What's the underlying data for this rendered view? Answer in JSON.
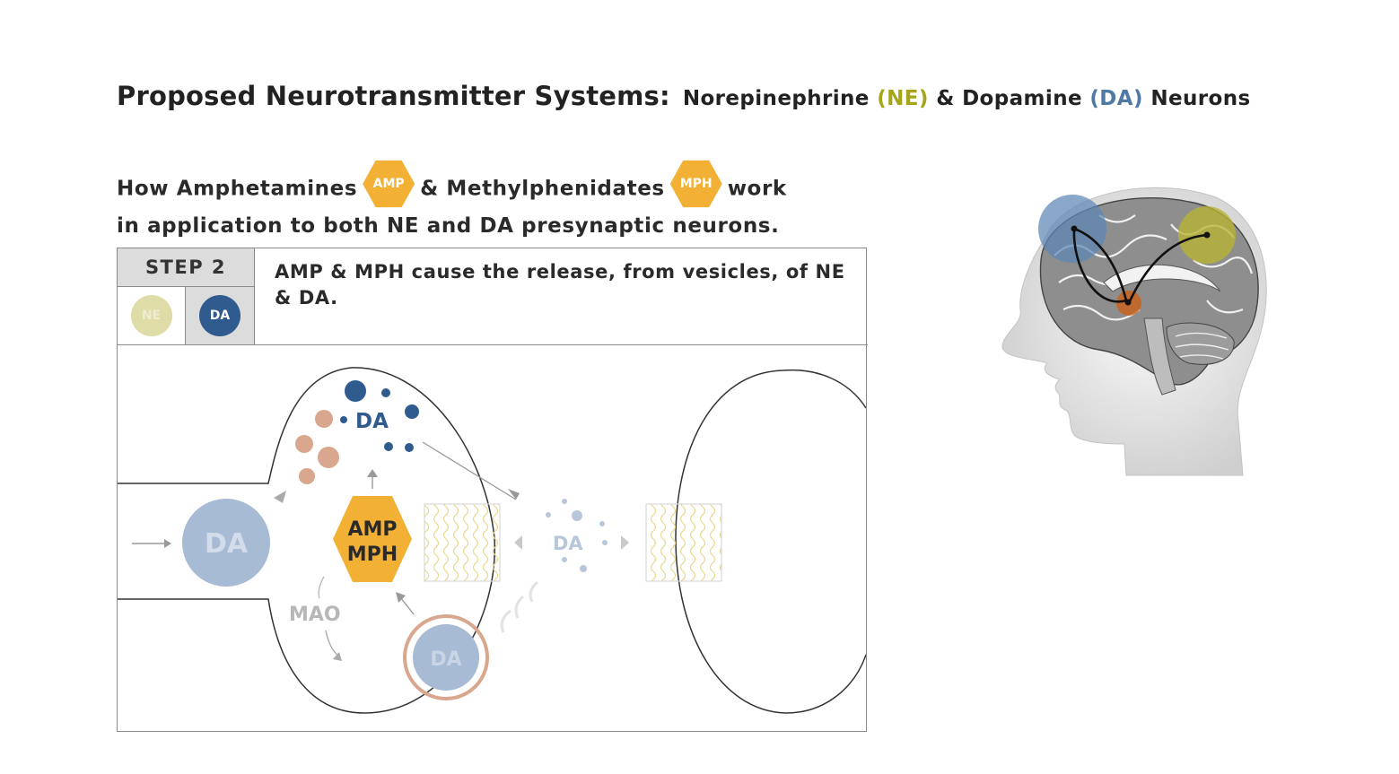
{
  "header": {
    "title": "Proposed Neurotransmitter Systems:",
    "subtitle_pre": "Norepinephrine",
    "subtitle_ne": "(NE)",
    "subtitle_mid": "& Dopamine",
    "subtitle_da": "(DA)",
    "subtitle_post": "Neurons"
  },
  "intro": {
    "part1": "How Amphetamines",
    "amp_badge": "AMP",
    "part2": "& Methylphenidates",
    "mph_badge": "MPH",
    "part3": "work",
    "line2": "in application to both NE and DA presynaptic neurons."
  },
  "step": {
    "label": "STEP 2",
    "legend_ne": "NE",
    "legend_da": "DA",
    "description": "AMP & MPH cause the release, from vesicles, of NE & DA."
  },
  "diagram": {
    "axon_da_label": "DA",
    "vesicle_da_label": "DA",
    "drug_line1": "AMP",
    "drug_line2": "MPH",
    "mao_label": "MAO",
    "recycled_da_label": "DA",
    "cleft_da_label": "DA"
  },
  "colors": {
    "ne": "#a6a418",
    "da": "#4f7aa4",
    "drug": "#f2b134",
    "mao_vesicle": "#d9a68e"
  }
}
